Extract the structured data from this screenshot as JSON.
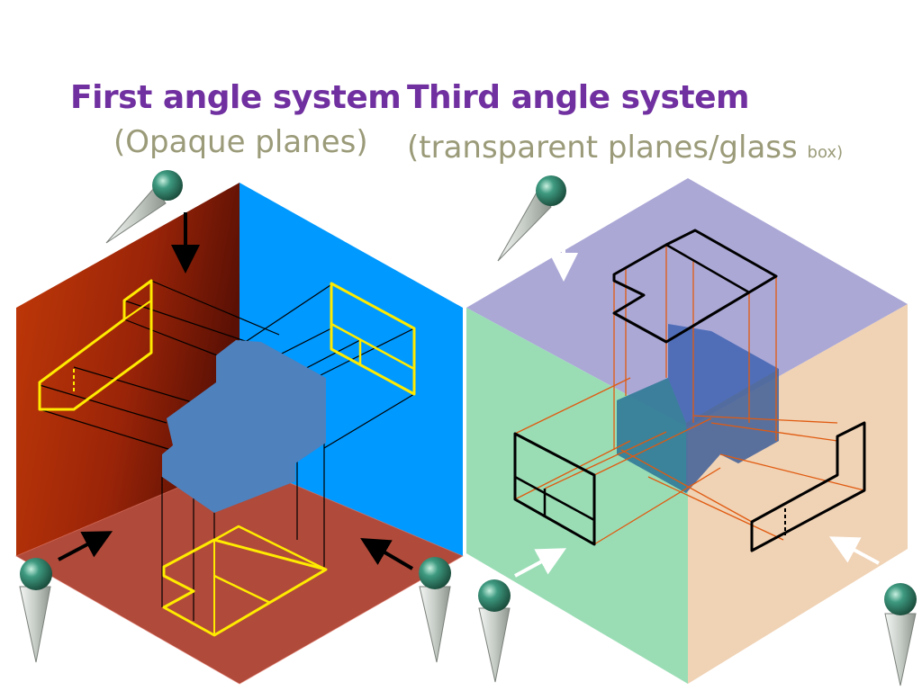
{
  "first": {
    "title": "First angle system",
    "subtitle": "(Opaque planes)"
  },
  "third": {
    "title": "Third angle system",
    "subtitle": "(transparent planes/glass",
    "subtitle_small": "box",
    "subtitle_close": ")"
  },
  "colors": {
    "title": "#7030A0",
    "subtitle": "#9B9B7A",
    "first_left_plane": "#B02A0A",
    "first_right_plane": "#0099FF",
    "first_bottom_plane": "#B04A3A",
    "first_projection": "#FFEB00",
    "first_object": "#4F81BD",
    "third_top_plane": "#ABA8D6",
    "third_left_plane": "#9ADDB5",
    "third_right_plane": "#F0D2B4",
    "third_projector": "#E05A10",
    "third_object": "#3A5FB0",
    "observer_head": "#2E7D66",
    "observer_cone": "#D8DCD8"
  },
  "icons": [
    "observer-icon",
    "arrow-icon"
  ]
}
